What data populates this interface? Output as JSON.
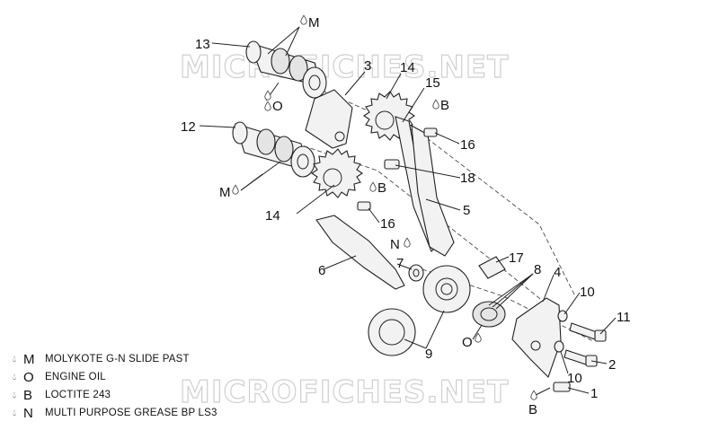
{
  "watermark": "MICROFICHES.NET",
  "callouts": {
    "c13": "13",
    "c12": "12",
    "c3": "3",
    "c14a": "14",
    "c14b": "14",
    "c15": "15",
    "c16a": "16",
    "c16b": "16",
    "c18": "18",
    "c5": "5",
    "c6": "6",
    "c7": "7",
    "c17": "17",
    "c8": "8",
    "c4": "4",
    "c10a": "10",
    "c10b": "10",
    "c11": "11",
    "c2": "2",
    "c1": "1",
    "c9": "9",
    "mM1": "M",
    "mM2": "M",
    "mO1": "O",
    "mO2": "O",
    "mB1": "B",
    "mB2": "B",
    "mB3": "B",
    "mN1": "N"
  },
  "legend": [
    {
      "code": "M",
      "text": "MOLYKOTE G-N SLIDE PAST"
    },
    {
      "code": "O",
      "text": "ENGINE OIL"
    },
    {
      "code": "B",
      "text": "LOCTITE 243"
    },
    {
      "code": "N",
      "text": "MULTI PURPOSE GREASE BP LS3"
    }
  ]
}
